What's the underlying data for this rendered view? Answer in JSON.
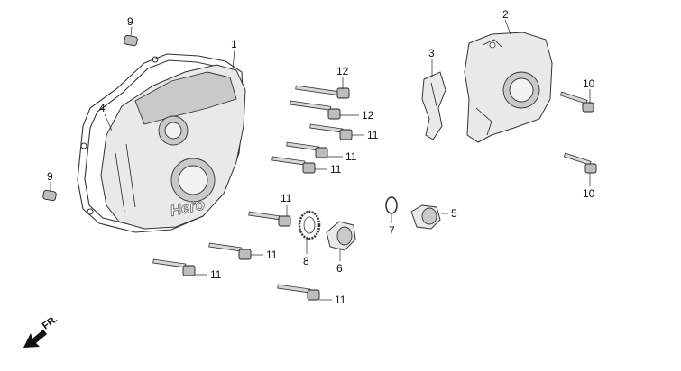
{
  "callouts": {
    "c1": "1",
    "c2": "2",
    "c3": "3",
    "c4": "4",
    "c5": "5",
    "c6": "6",
    "c7": "7",
    "c8": "8",
    "c9a": "9",
    "c9b": "9",
    "c10a": "10",
    "c10b": "10",
    "c11a": "11",
    "c11b": "11",
    "c11c": "11",
    "c11d": "11",
    "c11e": "11",
    "c11f": "11",
    "c11g": "11",
    "c12a": "12",
    "c12b": "12"
  },
  "cover_logo": "Hero",
  "direction_marker": "FR."
}
